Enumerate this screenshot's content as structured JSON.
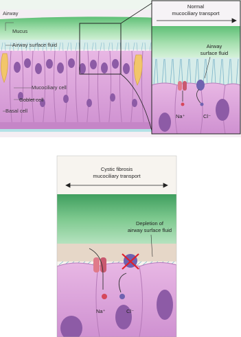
{
  "top_panel": {
    "labels": {
      "airway": "Airway",
      "mucus": "Mucus",
      "airway_surface_fluid": "Airway surface fluid",
      "mucociliary_cell": "Mucociliary cell",
      "goblet_cell": "Goblet cell",
      "basal_cell": "Basal cell"
    },
    "inset": {
      "title_line1": "Normal",
      "title_line2": "mucociliary transport",
      "fluid_label_line1": "Airway",
      "fluid_label_line2": "surface fluid",
      "ion_na": "Na⁺",
      "ion_cl": "Cl⁻"
    }
  },
  "bottom_panel": {
    "title_line1": "Cystic fibrosis",
    "title_line2": "mucociliary transport",
    "depletion_line1": "Depletion of",
    "depletion_line2": "airway surface fluid",
    "ion_na": "Na⁺",
    "ion_cl": "Cl⁻"
  },
  "colors": {
    "mucus_green": "#8fd59b",
    "fluid_teal": "#cfe9e7",
    "cell_pink": "#d9a5d8",
    "nucleus_purple": "#8d5ba6",
    "sodium_channel": "#e07a8a",
    "chloride_channel": "#6f62b0",
    "block_red": "#e0202b"
  }
}
